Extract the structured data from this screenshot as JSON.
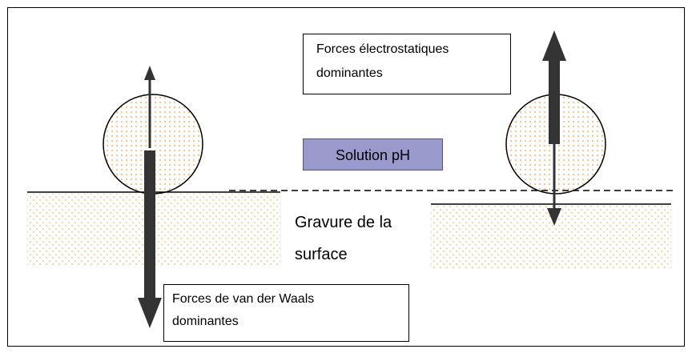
{
  "labels": {
    "electrostatic_line1": "Forces électrostatiques",
    "electrostatic_line2": "dominantes",
    "vdw_line1": "Forces de van der Waals",
    "vdw_line2": "dominantes",
    "solution": "Solution pH",
    "etching_line1": "Gravure de la",
    "etching_line2": "surface"
  },
  "colors": {
    "particle_dots": "#f0a040",
    "substrate_dots": "#f0a040",
    "solution_box": "#9999cc",
    "arrow": "#333333"
  }
}
